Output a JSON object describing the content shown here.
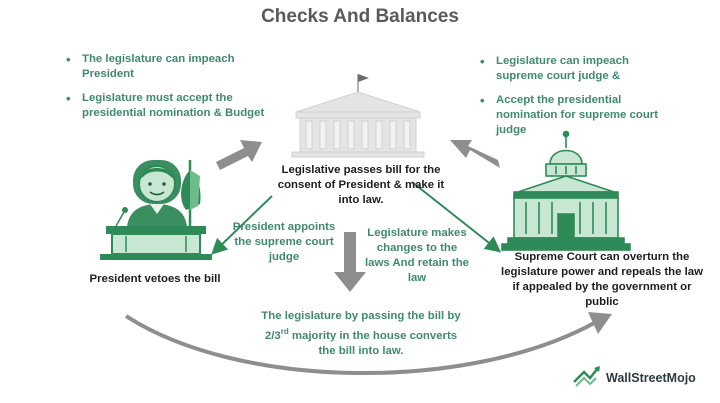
{
  "title": "Checks And Balances",
  "left_bullets": [
    "The legislature can impeach President",
    "Legislature must accept the presidential nomination & Budget"
  ],
  "right_bullets": [
    "Legislature can impeach supreme court judge &",
    "Accept the presidential nomination for supreme court judge"
  ],
  "center_text": "Legislative passes bill for the consent of President & make it into law.",
  "president_appoints": "President appoints the supreme court judge",
  "legislature_changes": "Legislature makes changes to the laws And retain the law",
  "president_vetoes": "President vetoes the bill",
  "supreme_court_text": "Supreme Court can overturn the legislature power and repeals the law if appealed by the government or public",
  "majority_text": {
    "pre": "The legislature by passing the bill by 2/3",
    "sup": "rd",
    "post": " majority in the house converts the bill into law."
  },
  "brand_name": "WallStreetMojo",
  "colors": {
    "green_text": "#3f8a6c",
    "dark_text": "#1e1e1e",
    "arrow_gray": "#8e8e8e",
    "icon_green": "#2e8b57",
    "icon_light_green": "#c7e7d3"
  }
}
